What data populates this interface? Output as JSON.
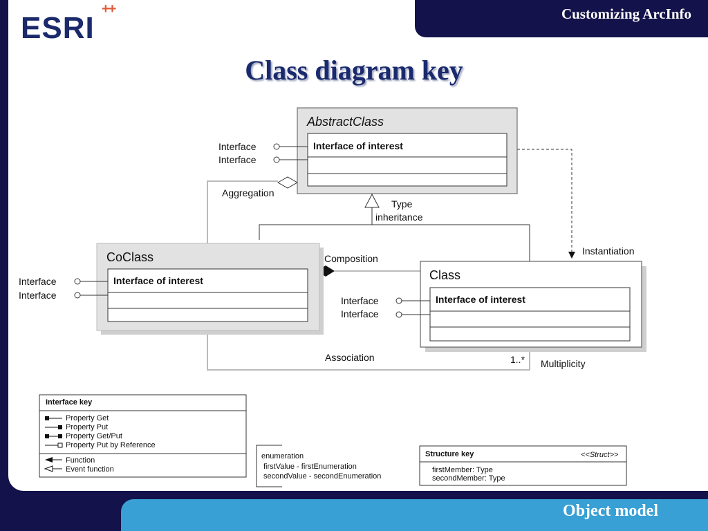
{
  "header": {
    "logo_text": "ESRI",
    "logo_plus": "++",
    "top_title": "Customizing ArcInfo",
    "title": "Class diagram key"
  },
  "footer": {
    "title": "Object model"
  },
  "diagram": {
    "abstract_class": {
      "name": "AbstractClass",
      "interface_of_interest": "Interface of interest",
      "interfaces": [
        "Interface",
        "Interface"
      ]
    },
    "coclass": {
      "name": "CoClass",
      "interface_of_interest": "Interface of interest",
      "interfaces": [
        "Interface",
        "Interface"
      ]
    },
    "class": {
      "name": "Class",
      "interface_of_interest": "Interface of interest",
      "interfaces": [
        "Interface",
        "Interface"
      ]
    },
    "labels": {
      "aggregation": "Aggregation",
      "type_inheritance_1": "Type",
      "type_inheritance_2": "inheritance",
      "composition": "Composition",
      "instantiation": "Instantiation",
      "association": "Association",
      "multiplicity_value": "1..*",
      "multiplicity": "Multiplicity"
    }
  },
  "interface_key": {
    "title": "Interface key",
    "properties": [
      "Property Get",
      "Property Put",
      "Property Get/Put",
      "Property Put by Reference"
    ],
    "functions": [
      "Function",
      "Event function"
    ]
  },
  "enumeration_key": {
    "lines": [
      "enumeration",
      "firstValue - firstEnumeration",
      "secondValue - secondEnumeration"
    ]
  },
  "structure_key": {
    "title": "Structure key",
    "stereotype": "<<Struct>>",
    "members": [
      "firstMember: Type",
      "secondMember: Type"
    ]
  }
}
